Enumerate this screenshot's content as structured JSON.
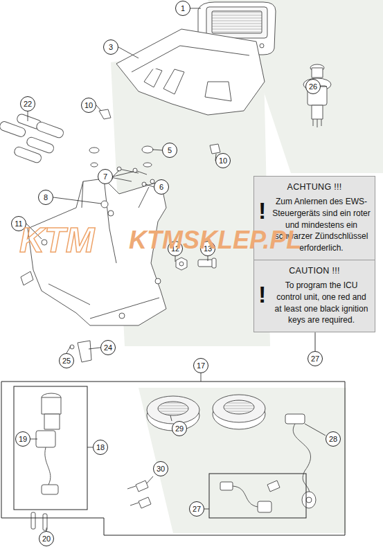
{
  "diagram": {
    "nodes": [
      {
        "text": [
          "1"
        ]
      },
      {
        "text": [
          "3"
        ]
      },
      {
        "text": [
          "26"
        ]
      },
      {
        "text": [
          "22"
        ]
      },
      {
        "text": [
          "10"
        ]
      },
      {
        "text": [
          "5"
        ]
      },
      {
        "text": [
          "10"
        ]
      },
      {
        "text": [
          "7"
        ]
      },
      {
        "text": [
          "ACHTUNG !!!",
          "!",
          "Zum Anlernen des EWS-Steuergeräts sind ein roter und mindestens ein schwarzer Zündschlüssel erforderlich.",
          "CAUTION !!!",
          "!",
          "To program the ICU control unit, one red and at least one black ignition keys are required."
        ]
      },
      {
        "text": [
          "6"
        ]
      },
      {
        "text": [
          "8"
        ]
      },
      {
        "text": [
          "11"
        ]
      },
      {
        "text": [
          "12"
        ]
      },
      {
        "text": [
          "13"
        ]
      },
      {
        "text": [
          "25"
        ]
      },
      {
        "text": [
          "24"
        ]
      },
      {
        "text": [
          "27"
        ]
      },
      {
        "text": [
          "17"
        ]
      },
      {
        "text": [
          "29"
        ]
      },
      {
        "text": [
          "28"
        ]
      },
      {
        "text": [
          "19"
        ]
      },
      {
        "text": [
          "18"
        ]
      },
      {
        "text": [
          "30"
        ]
      },
      {
        "text": [
          "27"
        ]
      },
      {
        "text": [
          "20"
        ]
      }
    ],
    "edges": [
      {
        "from": 8,
        "to": 16,
        "arrow": "none"
      }
    ],
    "labels": [
      "KTM",
      "KTMSKLEP.PL"
    ]
  }
}
